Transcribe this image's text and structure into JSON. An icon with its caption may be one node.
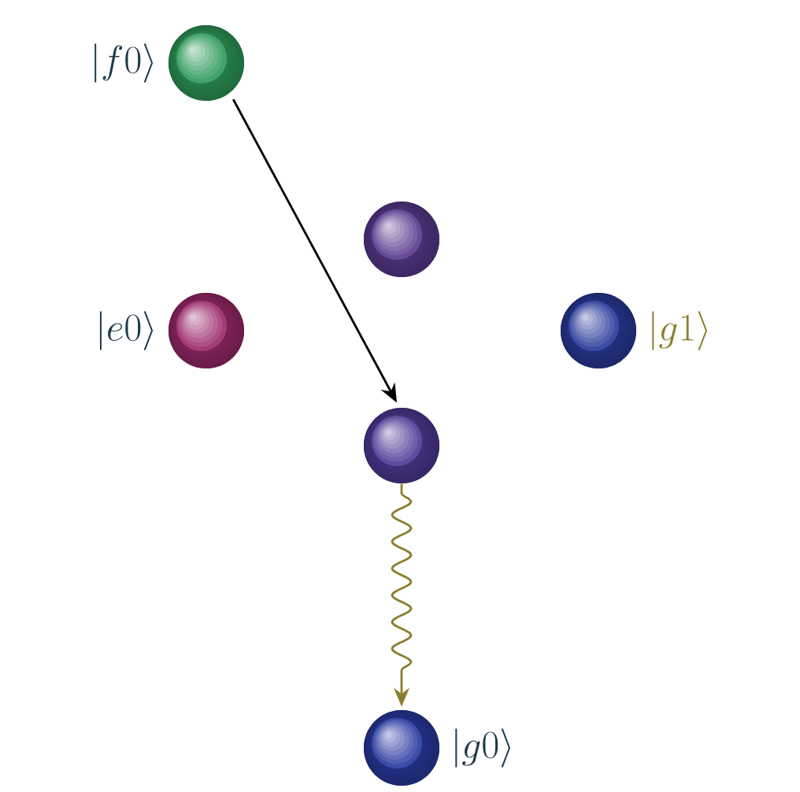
{
  "diagram": {
    "nodes": [
      {
        "text": [],
        "shape": "circle",
        "beside": [
          "|f0\\rangle"
        ]
      },
      {
        "text": [],
        "shape": "circle"
      },
      {
        "text": [],
        "shape": "circle",
        "beside": [
          "|e0\\rangle"
        ]
      },
      {
        "text": [],
        "shape": "circle",
        "beside": [
          "|g1\\rangle"
        ]
      },
      {
        "text": [],
        "shape": "circle"
      },
      {
        "text": [],
        "shape": "circle",
        "beside": [
          "|g0\\rangle"
        ]
      }
    ],
    "edges": [
      {
        "from": 0,
        "to": 4,
        "arrow": "to"
      },
      {
        "from": 4,
        "to": 5,
        "arrow": "to",
        "color": "#8b7d2e"
      }
    ]
  }
}
